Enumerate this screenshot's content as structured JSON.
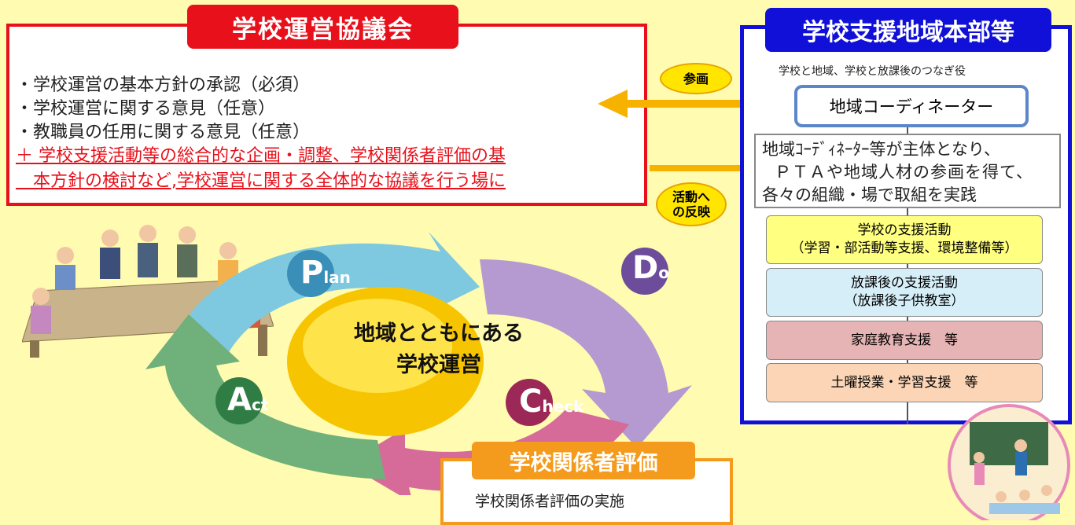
{
  "council": {
    "title": "学校運営協議会",
    "items": [
      "・学校運営の基本方針の承認（必須）",
      "・学校運営に関する意見（任意）",
      "・教職員の任用に関する意見（任意）"
    ],
    "additions": [
      "＋ 学校支援活動等の総合的な企画・調整、学校関係者評価の基",
      "　本方針の検討など,学校運営に関する全体的な協議を行う場に"
    ]
  },
  "arrows": {
    "participate": "参画",
    "reflect_line1": "活動へ",
    "reflect_line2": "の反映"
  },
  "hq": {
    "title": "学校支援地域本部等",
    "subtitle": "学校と地域、学校と放課後のつなぎ役",
    "coordinator": "地域コーディネーター",
    "practice": [
      "地域ｺｰﾃﾞｨﾈｰﾀｰ等が主体となり、",
      "ＰＴＡや地域人材の参画を得て、",
      "各々の組織・場で取組を実践"
    ],
    "activities": [
      {
        "line1": "学校の支援活動",
        "line2": "（学習・部活動等支援、環境整備等）",
        "color": "#ffff80"
      },
      {
        "line1": "放課後の支援活動",
        "line2": "（放課後子供教室）",
        "color": "#d6eef8"
      },
      {
        "line1": "家庭教育支援　等",
        "line2": "",
        "color": "#e6b4b4"
      },
      {
        "line1": "土曜授業・学習支援　等",
        "line2": "",
        "color": "#fbd5b5"
      }
    ]
  },
  "cycle": {
    "center_line1": "地域とともにある",
    "center_line2": "学校運営",
    "plan_cap": "P",
    "plan_rest": "lan",
    "do_cap": "D",
    "do_rest": "o",
    "check_cap": "C",
    "check_rest": "heck",
    "act_cap": "A",
    "act_rest": "ct",
    "colors": {
      "plan": "#7ec9df",
      "do": "#b49ad0",
      "check": "#d66b9a",
      "act": "#6fb07b"
    }
  },
  "evaluation": {
    "title": "学校関係者評価",
    "text": "学校関係者評価の実施"
  }
}
